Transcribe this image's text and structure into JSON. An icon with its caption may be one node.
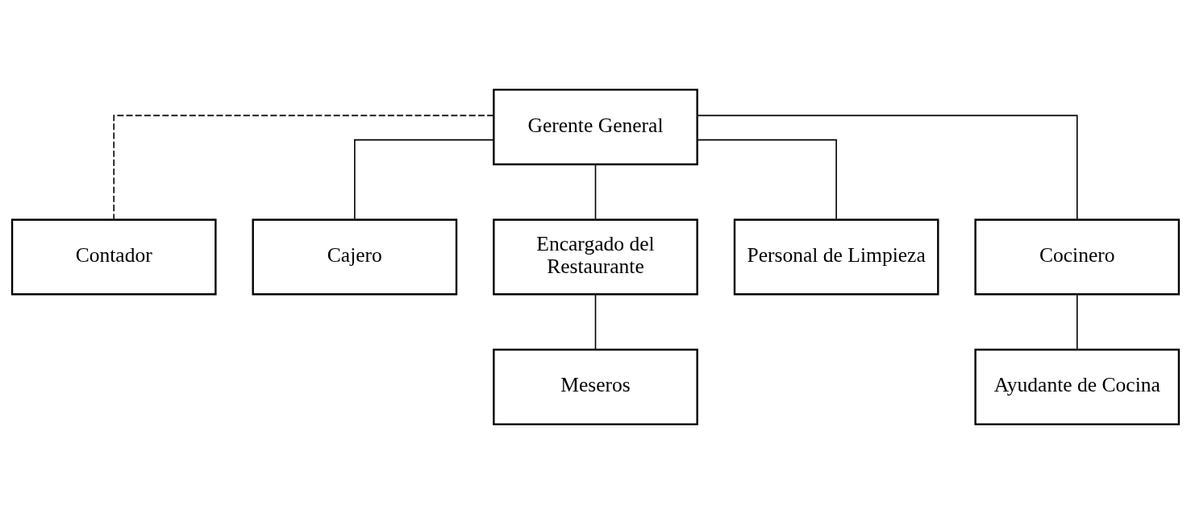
{
  "diagram": {
    "nodes": [
      {
        "text": [
          "Gerente General"
        ]
      },
      {
        "text": [
          "Contador"
        ]
      },
      {
        "text": [
          "Cajero"
        ]
      },
      {
        "text": [
          "Encargado del Restaurante"
        ]
      },
      {
        "text": [
          "Personal de Limpieza"
        ]
      },
      {
        "text": [
          "Cocinero"
        ]
      },
      {
        "text": [
          "Meseros"
        ]
      },
      {
        "text": [
          "Ayudante de Cocina"
        ]
      }
    ],
    "edges": [
      {
        "from": 0,
        "to": 1,
        "arrow": "none",
        "style": "dashed"
      },
      {
        "from": 0,
        "to": 2,
        "arrow": "none"
      },
      {
        "from": 0,
        "to": 3,
        "arrow": "none"
      },
      {
        "from": 0,
        "to": 4,
        "arrow": "none"
      },
      {
        "from": 0,
        "to": 5,
        "arrow": "none"
      },
      {
        "from": 3,
        "to": 6,
        "arrow": "none"
      },
      {
        "from": 5,
        "to": 7,
        "arrow": "none"
      }
    ]
  }
}
